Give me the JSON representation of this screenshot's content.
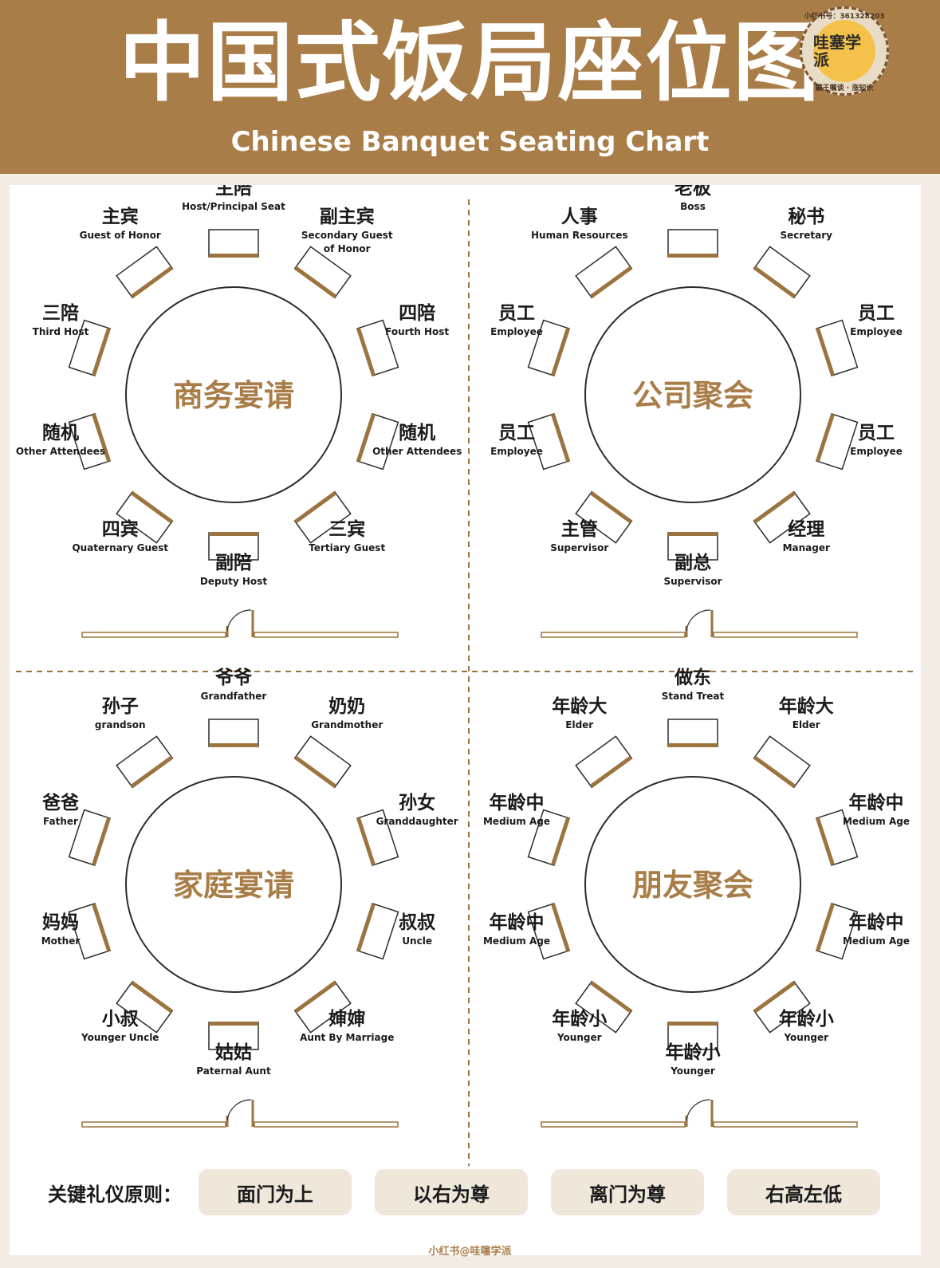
{
  "header": {
    "title": "中国式饭局座位图",
    "subtitle": "Chinese Banquet Seating Chart",
    "logo_text": "哇塞学派",
    "logo_ring_top": "小红书号：361328203",
    "logo_ring_bottom": "霸王嘱谈 · 涨知识"
  },
  "colors": {
    "brand_brown": "#a97d48",
    "seat_accent": "#9b7440",
    "table_outline": "#2b2b2b",
    "background": "#f1ede4"
  },
  "tables": [
    {
      "name": "商务宴请",
      "seats": [
        {
          "zh": "主陪",
          "en": "Host/Principal Seat"
        },
        {
          "zh": "副主宾",
          "en": "Secondary Guest of Honor"
        },
        {
          "zh": "四陪",
          "en": "Fourth Host"
        },
        {
          "zh": "随机",
          "en": "Other Attendees"
        },
        {
          "zh": "三宾",
          "en": "Tertiary Guest"
        },
        {
          "zh": "副陪",
          "en": "Deputy Host"
        },
        {
          "zh": "四宾",
          "en": "Quaternary Guest"
        },
        {
          "zh": "随机",
          "en": "Other Attendees"
        },
        {
          "zh": "三陪",
          "en": "Third Host"
        },
        {
          "zh": "主宾",
          "en": "Guest of Honor"
        }
      ]
    },
    {
      "name": "公司聚会",
      "seats": [
        {
          "zh": "老板",
          "en": "Boss"
        },
        {
          "zh": "秘书",
          "en": "Secretary"
        },
        {
          "zh": "员工",
          "en": "Employee"
        },
        {
          "zh": "员工",
          "en": "Employee"
        },
        {
          "zh": "经理",
          "en": "Manager"
        },
        {
          "zh": "副总",
          "en": "Supervisor"
        },
        {
          "zh": "主管",
          "en": "Supervisor"
        },
        {
          "zh": "员工",
          "en": "Employee"
        },
        {
          "zh": "员工",
          "en": "Employee"
        },
        {
          "zh": "人事",
          "en": "Human Resources"
        }
      ]
    },
    {
      "name": "家庭宴请",
      "seats": [
        {
          "zh": "爷爷",
          "en": "Grandfather"
        },
        {
          "zh": "奶奶",
          "en": "Grandmother"
        },
        {
          "zh": "孙女",
          "en": "Granddaughter"
        },
        {
          "zh": "叔叔",
          "en": "Uncle"
        },
        {
          "zh": "婶婶",
          "en": "Aunt By Marriage"
        },
        {
          "zh": "姑姑",
          "en": "Paternal Aunt"
        },
        {
          "zh": "小叔",
          "en": "Younger Uncle"
        },
        {
          "zh": "妈妈",
          "en": "Mother"
        },
        {
          "zh": "爸爸",
          "en": "Father"
        },
        {
          "zh": "孙子",
          "en": "grandson"
        }
      ]
    },
    {
      "name": "朋友聚会",
      "seats": [
        {
          "zh": "做东",
          "en": "Stand Treat"
        },
        {
          "zh": "年龄大",
          "en": "Elder"
        },
        {
          "zh": "年龄中",
          "en": "Medium Age"
        },
        {
          "zh": "年龄中",
          "en": "Medium Age"
        },
        {
          "zh": "年龄小",
          "en": "Younger"
        },
        {
          "zh": "年龄小",
          "en": "Younger"
        },
        {
          "zh": "年龄小",
          "en": "Younger"
        },
        {
          "zh": "年龄中",
          "en": "Medium Age"
        },
        {
          "zh": "年龄中",
          "en": "Medium Age"
        },
        {
          "zh": "年龄大",
          "en": "Elder"
        }
      ]
    }
  ],
  "principles": {
    "label": "关键礼仪原则：",
    "items": [
      "面门为上",
      "以右为尊",
      "离门为尊",
      "右高左低"
    ]
  },
  "footer": {
    "watermark": "小红书@哇噻学派"
  }
}
